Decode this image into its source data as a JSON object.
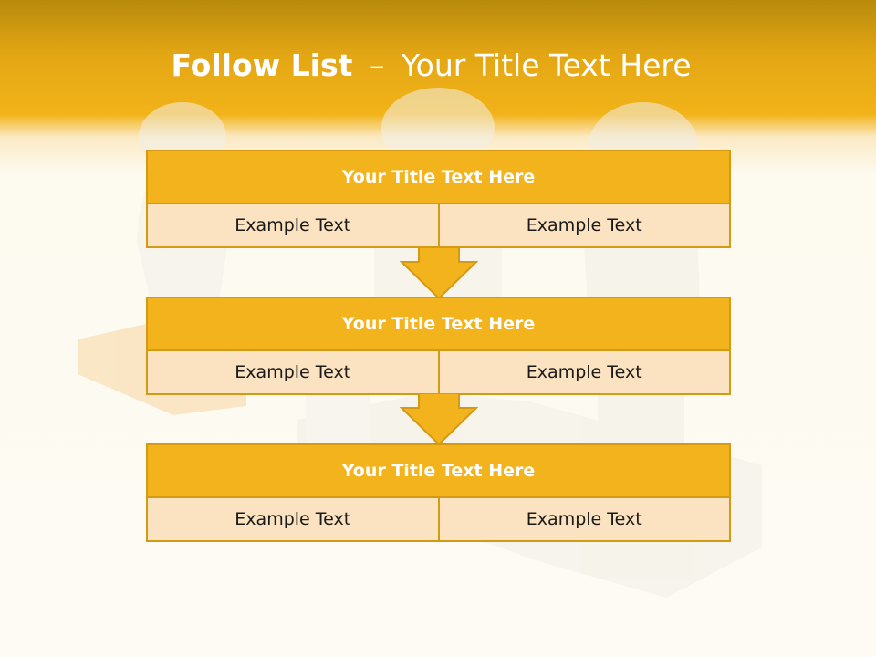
{
  "header": {
    "title_bold": "Follow List",
    "title_separator": "–",
    "title_rest": "Your Title Text Here"
  },
  "blocks": [
    {
      "title": "Your Title Text Here",
      "cells": [
        "Example Text",
        "Example Text"
      ]
    },
    {
      "title": "Your Title Text Here",
      "cells": [
        "Example Text",
        "Example Text"
      ]
    },
    {
      "title": "Your Title Text Here",
      "cells": [
        "Example Text",
        "Example Text"
      ]
    }
  ],
  "colors": {
    "header_band": "#f2b318",
    "block_header": "#f2b31c",
    "block_cell": "#fbe2c0",
    "border": "#d49a14",
    "background": "#fdfbf4"
  },
  "icons": {
    "connector": "down-arrow-icon",
    "background_illustration": "figures-with-puzzle-pieces-illustration"
  }
}
